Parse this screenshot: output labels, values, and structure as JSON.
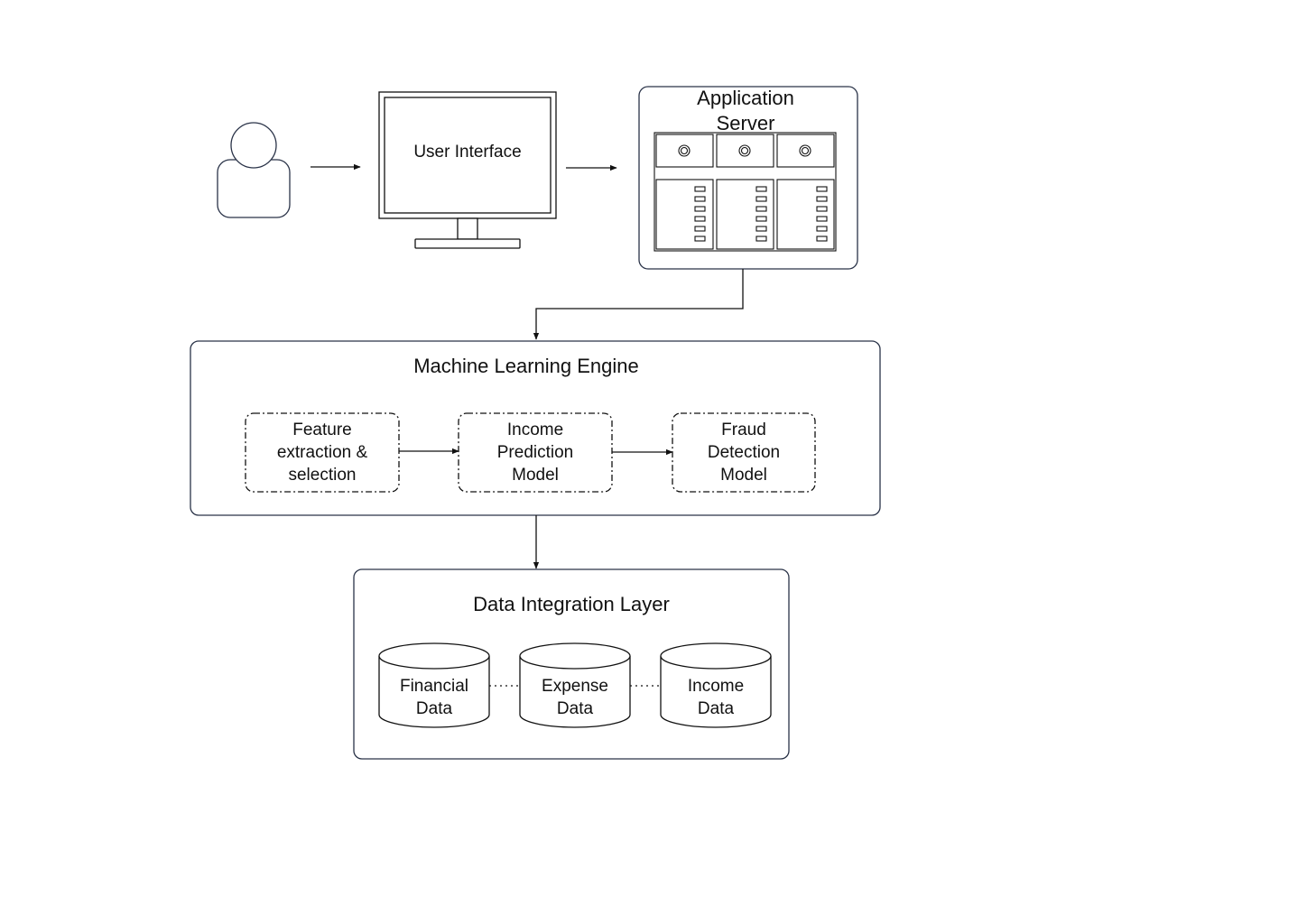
{
  "diagram": {
    "user_interface": {
      "label": "User Interface"
    },
    "app_server": {
      "label": "Application\nServer"
    },
    "ml_engine": {
      "title": "Machine Learning Engine",
      "steps": [
        {
          "label": "Feature\nextraction &\nselection"
        },
        {
          "label": "Income\nPrediction\nModel"
        },
        {
          "label": "Fraud\nDetection\nModel"
        }
      ]
    },
    "data_layer": {
      "title": "Data Integration Layer",
      "stores": [
        {
          "label": "Financial\nData"
        },
        {
          "label": "Expense\nData"
        },
        {
          "label": "Income\nData"
        }
      ]
    },
    "colors": {
      "stroke": "#111111",
      "border": "#2a3348",
      "background": "#ffffff"
    }
  }
}
